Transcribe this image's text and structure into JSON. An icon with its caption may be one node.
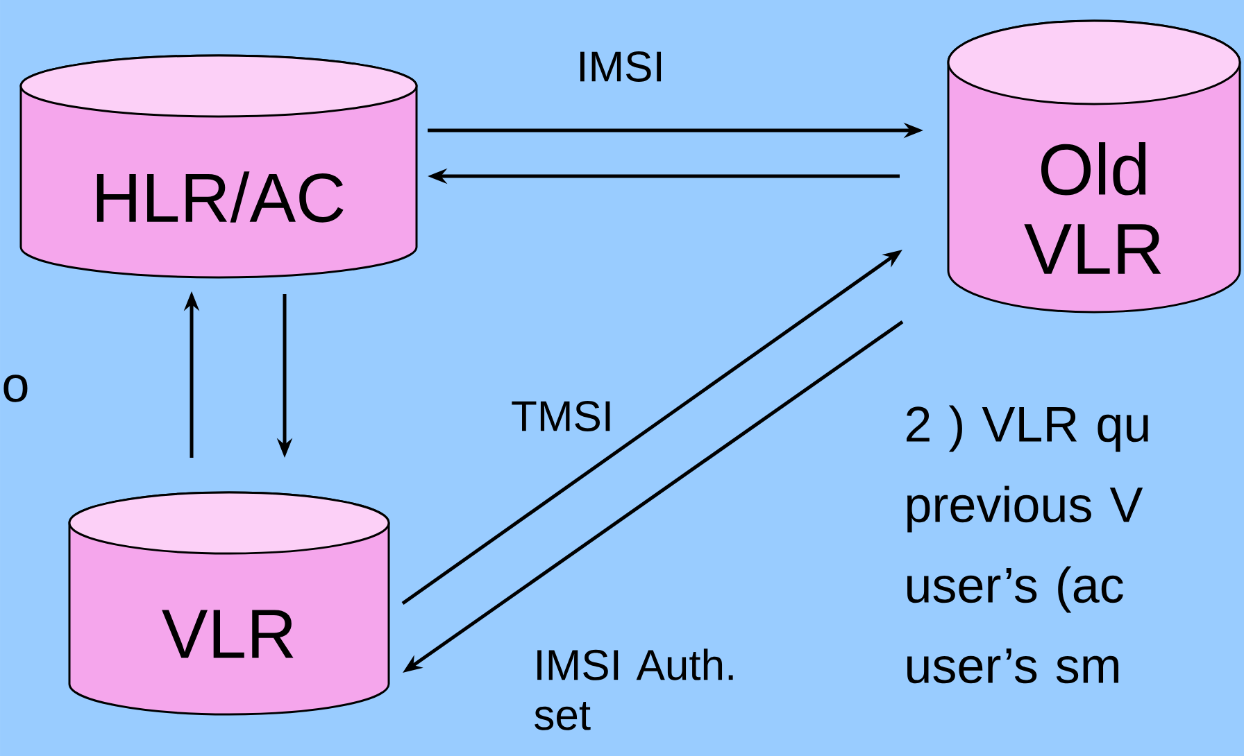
{
  "diagram": {
    "nodes": [
      {
        "text": [
          "HLR/AC"
        ]
      },
      {
        "text": [
          "Old VLR"
        ]
      },
      {
        "text": [
          "VLR"
        ]
      }
    ],
    "edges": [
      {
        "from": 0,
        "to": 1,
        "arrow": "to",
        "label": "IMSI"
      },
      {
        "from": 1,
        "to": 0,
        "arrow": "to"
      },
      {
        "from": 2,
        "to": 0,
        "arrow": "to"
      },
      {
        "from": 0,
        "to": 2,
        "arrow": "to"
      },
      {
        "from": 2,
        "to": 1,
        "arrow": "to",
        "label": "TMSI"
      },
      {
        "from": 1,
        "to": 2,
        "arrow": "to",
        "label": "IMSI Auth. set"
      }
    ],
    "labels": [
      "o",
      "2 ) VLR qu previous V user’s (ac user’s sm"
    ]
  }
}
